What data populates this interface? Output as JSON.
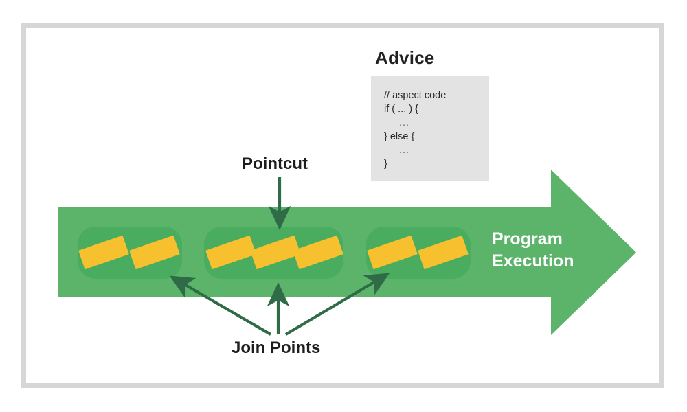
{
  "diagram": {
    "title_text": "",
    "colors": {
      "frame": "#d6d6d6",
      "arrow_green": "#5cb46b",
      "group_green": "#4aac5e",
      "bar_yellow": "#f7c02e",
      "connector_green": "#2f6b46",
      "code_bg": "#e3e3e3",
      "text_dark": "#1d1d1d",
      "text_white": "#ffffff"
    }
  },
  "advice": {
    "heading": "Advice",
    "code_lines": [
      {
        "text": "// aspect code",
        "indent": false
      },
      {
        "text": "if ( ... ) {",
        "indent": false
      },
      {
        "text": "...",
        "indent": true
      },
      {
        "text": "} else {",
        "indent": false
      },
      {
        "text": "...",
        "indent": true
      },
      {
        "text": "}",
        "indent": false
      }
    ]
  },
  "execution": {
    "label": "Program\nExecution",
    "arrow_name": "program-execution-arrow"
  },
  "labels": {
    "pointcut": "Pointcut",
    "join_points": "Join Points"
  },
  "join_point_groups": [
    {
      "id": "group-1",
      "bar_count": 2
    },
    {
      "id": "group-2",
      "bar_count": 3
    },
    {
      "id": "group-3",
      "bar_count": 2
    }
  ]
}
